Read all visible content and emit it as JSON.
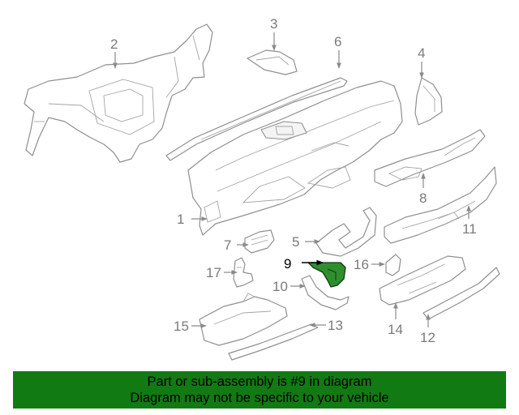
{
  "highlighted_part": "9",
  "callouts": [
    "1",
    "2",
    "3",
    "4",
    "5",
    "6",
    "7",
    "8",
    "9",
    "10",
    "11",
    "12",
    "13",
    "14",
    "15",
    "16",
    "17"
  ],
  "banner": {
    "line1": "Part or sub-assembly is #9 in diagram",
    "line2": "Diagram may not be specific to your vehicle"
  },
  "colors": {
    "banner_bg": "#127a12",
    "highlight_fill": "#2f8f2f",
    "line_art": "#8f8f8f"
  }
}
